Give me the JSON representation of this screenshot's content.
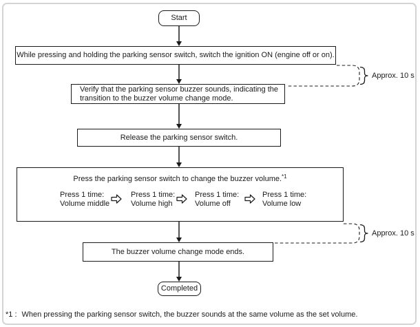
{
  "flow": {
    "start_label": "Start",
    "step1": "While pressing and holding the parking sensor switch, switch the ignition ON (engine off or on).",
    "step2_line1": "Verify that the parking sensor buzzer sounds, indicating the",
    "step2_line2": "transition to the buzzer volume change mode.",
    "step3": "Release the parking sensor switch.",
    "step4_title": "Press the parking sensor switch to change the buzzer volume.",
    "step4_footnote_ref": "*1",
    "volume_cycle": [
      {
        "action": "Press 1 time:",
        "result": "Volume middle"
      },
      {
        "action": "Press 1 time:",
        "result": "Volume high"
      },
      {
        "action": "Press 1 time:",
        "result": "Volume off"
      },
      {
        "action": "Press 1 time:",
        "result": "Volume low"
      }
    ],
    "step5": "The buzzer volume change mode ends.",
    "completed_label": "Completed",
    "timers": [
      "Approx. 10 s",
      "Approx. 10 s"
    ],
    "footnote_marker": "*1 :",
    "footnote_text": "When pressing the parking sensor switch, the buzzer sounds at the same volume as the set volume."
  },
  "colors": {
    "line": "#1a1a1a",
    "frame_border": "#d4d4d4",
    "background": "#ffffff"
  }
}
